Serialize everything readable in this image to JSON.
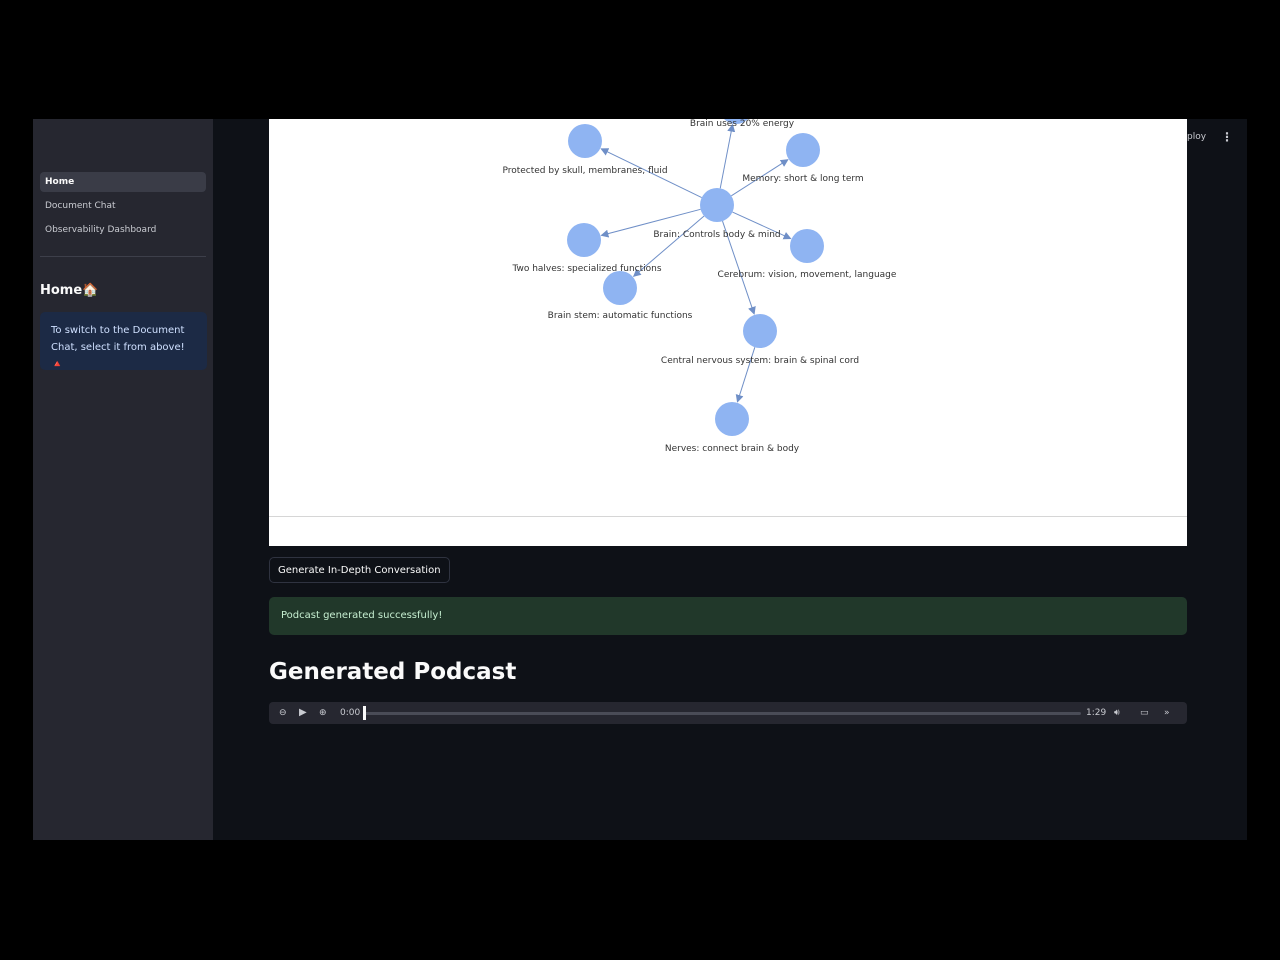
{
  "sidebar": {
    "nav": [
      {
        "label": "Home",
        "active": true
      },
      {
        "label": "Document Chat",
        "active": false
      },
      {
        "label": "Observability Dashboard",
        "active": false
      }
    ],
    "title": "Home🏠",
    "info": "To switch to the Document Chat, select it from above! 🔺"
  },
  "topbar": {
    "deploy_label": "ploy",
    "menu_icon": "⋮"
  },
  "graph": {
    "nodes": [
      {
        "label": "Brain uses 20% energy"
      },
      {
        "label": "Protected by skull, membranes, fluid"
      },
      {
        "label": "Memory: short & long term"
      },
      {
        "label": "Brain: Controls body & mind"
      },
      {
        "label": "Two halves: specialized functions"
      },
      {
        "label": "Cerebrum: vision, movement, language"
      },
      {
        "label": "Brain stem: automatic functions"
      },
      {
        "label": "Central nervous system: brain & spinal cord"
      },
      {
        "label": "Nerves: connect brain & body"
      }
    ],
    "node_color": "#8fb4f2",
    "edge_color": "#6f8fc7"
  },
  "actions": {
    "generate_label": "Generate In-Depth Conversation"
  },
  "alert": {
    "success_text": "Podcast generated successfully!",
    "color": "#21382a"
  },
  "podcast": {
    "title": "Generated Podcast",
    "current_time": "0:00",
    "duration": "1:29",
    "progress": 0
  }
}
